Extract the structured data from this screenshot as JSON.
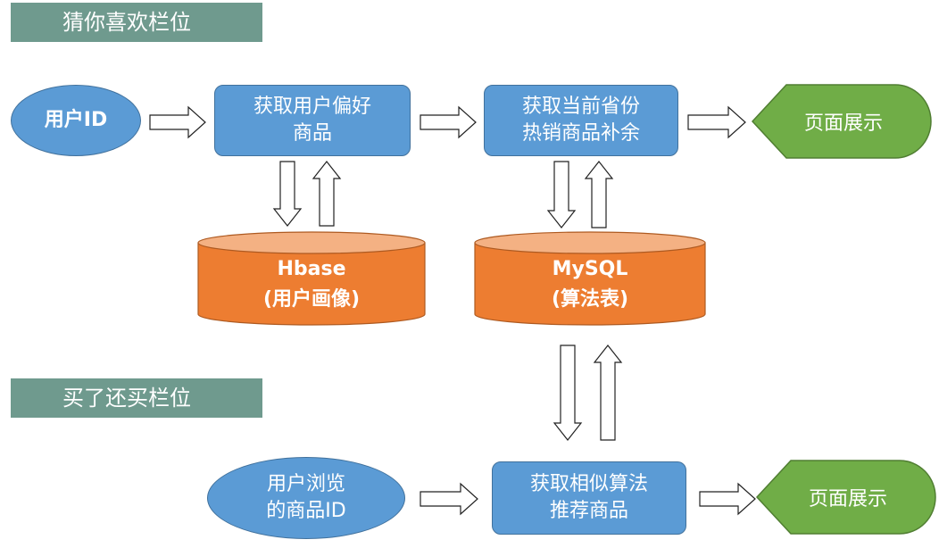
{
  "sections": {
    "guess_title": "猜你喜欢栏位",
    "buy_again_title": "买了还买栏位"
  },
  "nodes": {
    "user_id": "用户ID",
    "get_preference": "获取用户偏好\n商品",
    "get_province_hot": "获取当前省份\n热销商品补余",
    "display_top": "页面展示",
    "hbase": "Hbase\n(用户画像)",
    "mysql": "MySQL\n(算法表)",
    "user_browsed": "用户浏览\n的商品ID",
    "get_similar": "获取相似算法\n推荐商品",
    "display_bottom": "页面展示"
  },
  "colors": {
    "blue_fill": "#5b9bd5",
    "blue_border": "#41719c",
    "green_fill": "#70ad47",
    "green_border": "#507e32",
    "orange_top": "#f4b183",
    "orange_fill": "#ed7d31",
    "section_fill": "#6f9a8e"
  }
}
